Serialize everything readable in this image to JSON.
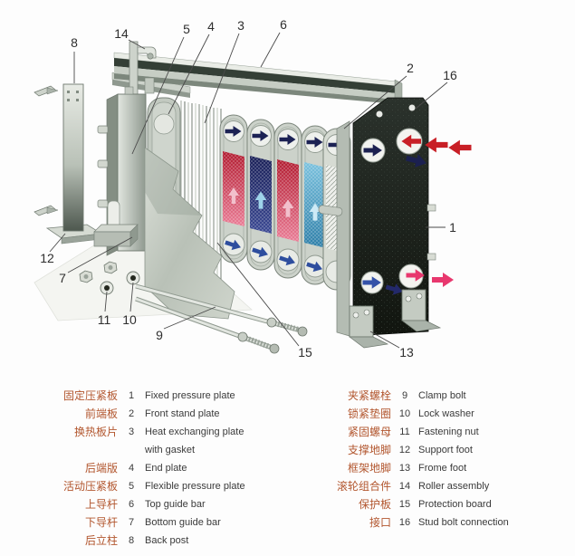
{
  "title": "Plate heat exchanger exploded diagram",
  "colors": {
    "chinese_label": "#b2562e",
    "text": "#3a3a3a",
    "hot_inlet_red": "#c81f26",
    "cold_navy": "#1b2050",
    "outlet_pink": "#e8386e",
    "flow_blue": "#3452a8",
    "metal_gray": "#c6ccc4",
    "dark_plate": "#1a201b"
  },
  "diagram": {
    "callouts": [
      {
        "n": "8"
      },
      {
        "n": "14"
      },
      {
        "n": "5"
      },
      {
        "n": "4"
      },
      {
        "n": "3"
      },
      {
        "n": "6"
      },
      {
        "n": "2"
      },
      {
        "n": "16"
      },
      {
        "n": "1"
      },
      {
        "n": "12"
      },
      {
        "n": "7"
      },
      {
        "n": "11"
      },
      {
        "n": "10"
      },
      {
        "n": "9"
      },
      {
        "n": "15"
      },
      {
        "n": "13"
      }
    ]
  },
  "legend": {
    "left": [
      {
        "cn": "固定压紧板",
        "num": "1",
        "en": "Fixed pressure plate"
      },
      {
        "cn": "前端板",
        "num": "2",
        "en": "Front stand plate"
      },
      {
        "cn": "换热板片",
        "num": "3",
        "en": "Heat exchanging plate\nwith  gasket"
      },
      {
        "cn": "后端版",
        "num": "4",
        "en": "End plate"
      },
      {
        "cn": "活动压紧板",
        "num": "5",
        "en": "Flexible pressure plate"
      },
      {
        "cn": "上导杆",
        "num": "6",
        "en": "Top guide bar"
      },
      {
        "cn": "下导杆",
        "num": "7",
        "en": "Bottom guide bar"
      },
      {
        "cn": "后立柱",
        "num": "8",
        "en": "Back post"
      }
    ],
    "right": [
      {
        "cn": "夹紧螺栓",
        "num": "9",
        "en": "Clamp bolt"
      },
      {
        "cn": "锁紧垫圈",
        "num": "10",
        "en": "Lock washer"
      },
      {
        "cn": "紧固螺母",
        "num": "11",
        "en": "Fastening nut"
      },
      {
        "cn": "支撑地脚",
        "num": "12",
        "en": "Support foot"
      },
      {
        "cn": "框架地脚",
        "num": "13",
        "en": "Frome foot"
      },
      {
        "cn": "滚轮组合件",
        "num": "14",
        "en": "Roller assembly"
      },
      {
        "cn": "保护板",
        "num": "15",
        "en": "Protection board"
      },
      {
        "cn": "接口",
        "num": "16",
        "en": "Stud bolt connection"
      }
    ]
  }
}
